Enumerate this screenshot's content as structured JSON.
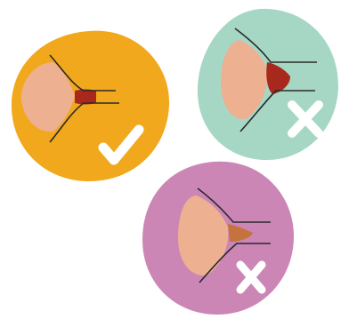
{
  "illustration": {
    "circles": [
      {
        "id": "correct",
        "color": "#F2A81D",
        "mark": "check-icon",
        "mark_color": "#ffffff"
      },
      {
        "id": "wrong-1",
        "color": "#A6D7C5",
        "mark": "x-icon",
        "mark_color": "#ffffff"
      },
      {
        "id": "wrong-2",
        "color": "#CC86B6",
        "mark": "x-icon",
        "mark_color": "#ffffff"
      }
    ],
    "breast_color": "#EDB091",
    "nipple_color": "#A8281E",
    "nipple_color_shallow": "#C5733E",
    "line_color": "#2A2A2A"
  }
}
